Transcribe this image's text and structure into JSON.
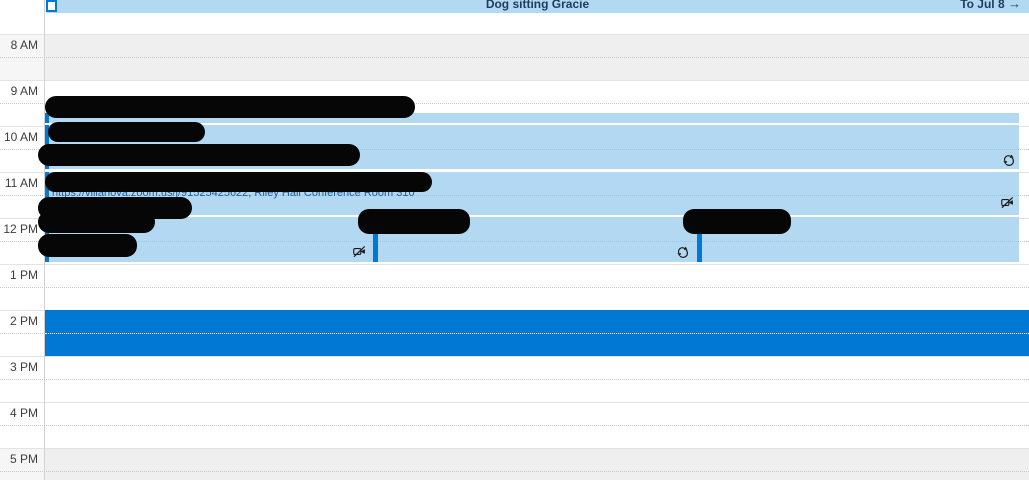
{
  "banner": {
    "title": "Dog sitting Gracie",
    "continuation": "To Jul 8",
    "arrow": "→"
  },
  "time_gutter": {
    "labels": [
      "8 AM",
      "9 AM",
      "10 AM",
      "11 AM",
      "12 PM",
      "1 PM",
      "2 PM",
      "3 PM",
      "4 PM",
      "5 PM"
    ]
  },
  "events": {
    "all_day": {
      "title": "Dog sitting Gracie",
      "continues_to": "To Jul 8",
      "redacted": false
    },
    "morning_blocks": [
      {
        "title_redacted": true
      },
      {
        "title_redacted": true,
        "icons": [
          "recurrence-icon"
        ]
      },
      {
        "title_redacted": true,
        "icons": [
          "camera-off-icon"
        ],
        "location_link": "https://villanova.zoom.us/j/91525425622, Riley Hall Conference Room 310"
      },
      {
        "title_redacted": true
      }
    ],
    "noon_overlaps": [
      {
        "title_redacted": true,
        "icons": [
          "camera-off-icon"
        ]
      },
      {
        "title_redacted": true,
        "icons": [
          "recurrence-icon"
        ]
      }
    ],
    "selected_event": {
      "selected": true,
      "title_redacted": true
    }
  },
  "colors": {
    "accent_blue": "#0078d4",
    "event_fill": "#b3d8f1",
    "selected_fill": "#0078d4",
    "shaded_row": "#efefef",
    "redaction": "#000000",
    "link_text": "#1a5c9e"
  }
}
